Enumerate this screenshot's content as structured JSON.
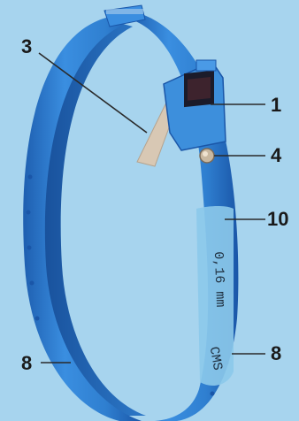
{
  "callouts": {
    "c3": "3",
    "c1": "1",
    "c4": "4",
    "c10": "10",
    "c8_left": "8",
    "c8_right": "8"
  },
  "band_printing": {
    "size_text": "0,16 mm",
    "mark_text": "CMS"
  },
  "colors": {
    "background": "#a7d4ee",
    "band_blue": "#2f7fd0",
    "band_dark": "#1a56a8",
    "window_panel": "#8cc9ea",
    "strap": "#d8c8b4",
    "leader_line": "#2a2a2a"
  }
}
